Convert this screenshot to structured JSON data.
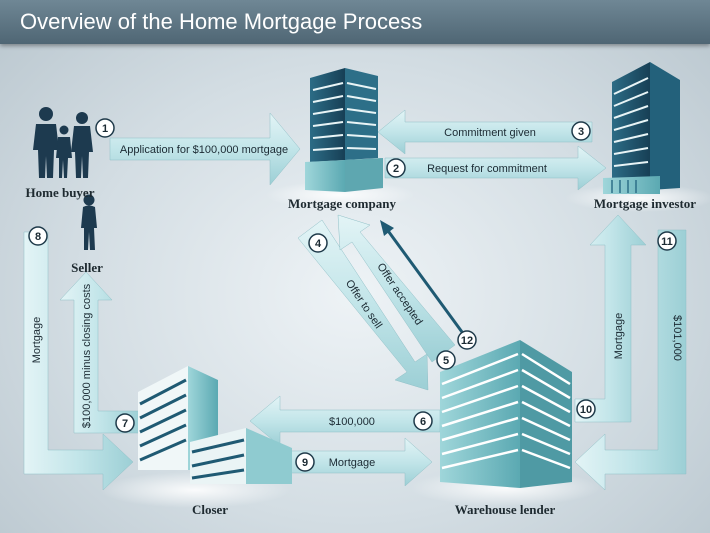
{
  "title": "Overview of the Home Mortgage Process",
  "entities": {
    "home_buyer": "Home buyer",
    "seller": "Seller",
    "mortgage_company": "Mortgage company",
    "mortgage_investor": "Mortgage investor",
    "closer": "Closer",
    "warehouse_lender": "Warehouse lender"
  },
  "steps": [
    {
      "num": "1",
      "label": "Application for $100,000 mortgage"
    },
    {
      "num": "2",
      "label": "Request for commitment"
    },
    {
      "num": "3",
      "label": "Commitment given"
    },
    {
      "num": "4",
      "label": "Offer to sell"
    },
    {
      "num": "5",
      "label": "Offer accepted"
    },
    {
      "num": "6",
      "label": "$100,000"
    },
    {
      "num": "7",
      "label": "$100,000 minus closing costs"
    },
    {
      "num": "8",
      "label": "Mortgage"
    },
    {
      "num": "9",
      "label": "Mortgage"
    },
    {
      "num": "10",
      "label": "Mortgage"
    },
    {
      "num": "11",
      "label": "$101,000"
    },
    {
      "num": "12",
      "label": ""
    }
  ],
  "colors": {
    "title_bar": "#5d7482",
    "arrow_fill": "#bfe3e7",
    "building_dark": "#1f5a73",
    "building_light": "#7cc3c9",
    "silhouette": "#1d3a4f",
    "badge_fill": "#ffffff"
  }
}
